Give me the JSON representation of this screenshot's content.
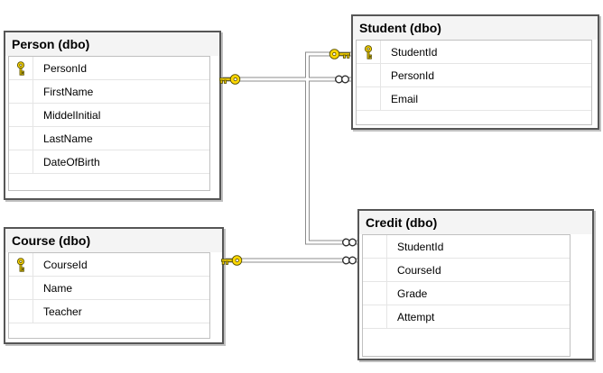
{
  "tables": [
    {
      "title": "Person (dbo)",
      "columns": [
        {
          "name": "PersonId",
          "is_primary_key": true
        },
        {
          "name": "FirstName",
          "is_primary_key": false
        },
        {
          "name": "MiddelInitial",
          "is_primary_key": false
        },
        {
          "name": "LastName",
          "is_primary_key": false
        },
        {
          "name": "DateOfBirth",
          "is_primary_key": false
        }
      ]
    },
    {
      "title": "Student (dbo)",
      "columns": [
        {
          "name": "StudentId",
          "is_primary_key": true
        },
        {
          "name": "PersonId",
          "is_primary_key": false
        },
        {
          "name": "Email",
          "is_primary_key": false
        }
      ]
    },
    {
      "title": "Course (dbo)",
      "columns": [
        {
          "name": "CourseId",
          "is_primary_key": true
        },
        {
          "name": "Name",
          "is_primary_key": false
        },
        {
          "name": "Teacher",
          "is_primary_key": false
        }
      ]
    },
    {
      "title": "Credit (dbo)",
      "columns": [
        {
          "name": "StudentId",
          "is_primary_key": false
        },
        {
          "name": "CourseId",
          "is_primary_key": false
        },
        {
          "name": "Grade",
          "is_primary_key": false
        },
        {
          "name": "Attempt",
          "is_primary_key": false
        }
      ]
    }
  ],
  "relationships": [
    {
      "one_side": {
        "table": "Person",
        "column": "PersonId"
      },
      "many_side": {
        "table": "Student",
        "column": "PersonId"
      }
    },
    {
      "one_side": {
        "table": "Student",
        "column": "StudentId"
      },
      "many_side": {
        "table": "Credit",
        "column": "StudentId"
      }
    },
    {
      "one_side": {
        "table": "Course",
        "column": "CourseId"
      },
      "many_side": {
        "table": "Credit",
        "column": "CourseId"
      }
    }
  ],
  "icons": {
    "primary_key": "key-icon",
    "one_end": "key-icon",
    "many_end": "infinity-icon"
  },
  "colors": {
    "key_fill": "#FFD800",
    "connector": "#8c8c8c",
    "table_border": "#565656",
    "header_bg": "#f4f4f4",
    "grid_border": "#c0c0c0",
    "row_separator": "#e5e5e5",
    "background": "#ffffff"
  }
}
